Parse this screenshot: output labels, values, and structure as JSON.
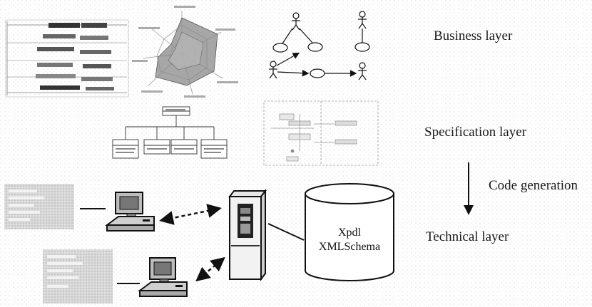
{
  "layers": {
    "business": "Business layer",
    "specification": "Specification layer",
    "technical": "Technical  layer"
  },
  "arrow_label": "Code generation",
  "database": {
    "line1": "Xpdl",
    "line2": "XMLSchema"
  },
  "colors": {
    "ink": "#111111",
    "gray_fill": "#9a9a9a",
    "light_gray": "#d8d8d8",
    "noise": "#c9c9c9"
  }
}
